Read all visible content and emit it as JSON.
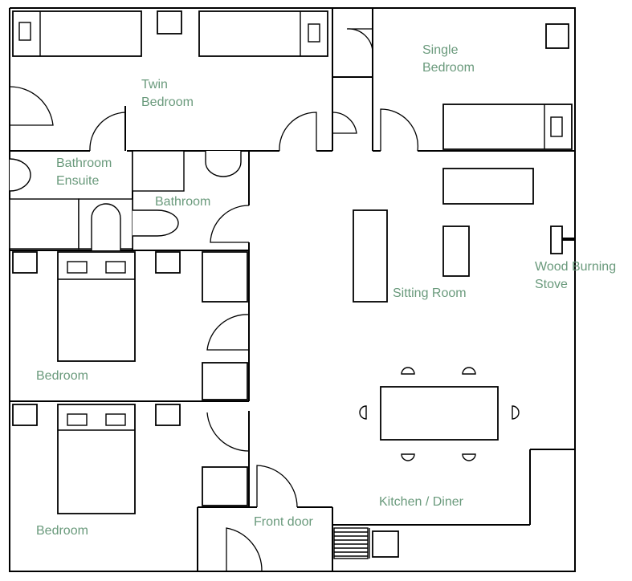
{
  "rooms": {
    "twin_bedroom": [
      "Twin",
      "Bedroom"
    ],
    "single_bedroom": [
      "Single",
      "Bedroom"
    ],
    "bathroom_ensuite": [
      "Bathroom",
      "Ensuite"
    ],
    "bathroom": "Bathroom",
    "wood_burning_stove": [
      "Wood Burning",
      "Stove"
    ],
    "sitting_room": "Sitting Room",
    "bedroom_1": "Bedroom",
    "bedroom_2": "Bedroom",
    "front_door": "Front door",
    "kitchen_diner": "Kitchen / Diner"
  },
  "colors": {
    "label": "#6a9a7c",
    "walls": "#000000",
    "background": "#ffffff"
  }
}
